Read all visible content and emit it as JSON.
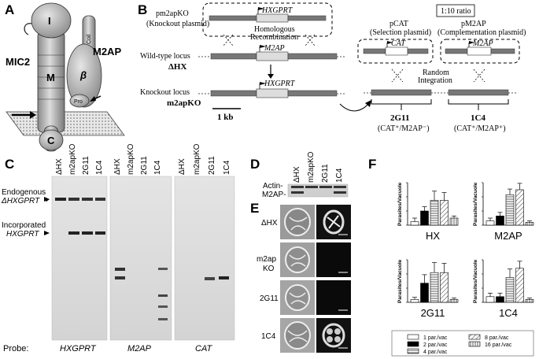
{
  "panel_labels": {
    "a": "A",
    "b": "B",
    "c": "C",
    "d": "D",
    "e": "E",
    "f": "F"
  },
  "panel_a": {
    "domains": {
      "i": "I",
      "m": "M",
      "beta": "β",
      "coil": "Coil",
      "pro": "Pro",
      "c": "C"
    },
    "mic2": "MIC2",
    "m2ap": "M2AP"
  },
  "panel_b": {
    "knockout_plasmid_1": "pm2apKO",
    "knockout_plasmid_2": "(Knockout plasmid)",
    "gene_hxgprt": "HXGPRT",
    "recomb_1": "Homologous",
    "recomb_2": "Recombination",
    "wt_locus": "Wild-type locus",
    "wt_strain": "ΔHX",
    "gene_m2ap": "M2AP",
    "ko_locus": "Knockout locus",
    "ko_strain": "m2apKO",
    "scale": "1 kb",
    "ratio": "1:10 ratio",
    "pcat_1": "pCAT",
    "pcat_2": "(Selection plasmid)",
    "gene_cat": "CAT",
    "pm2ap_1": "pM2AP",
    "pm2ap_2": "(Complementation plasmid)",
    "random_1": "Random",
    "random_2": "Integration",
    "clone1": "2G11",
    "clone1_geno": "(CAT⁺/M2AP⁻)",
    "clone2": "1C4",
    "clone2_geno": "(CAT⁺/M2AP⁺)"
  },
  "panel_c": {
    "lanes": [
      "ΔHX",
      "m2apKO",
      "2G11",
      "1C4"
    ],
    "endogenous_1": "Endogenous",
    "endogenous_2": "ΔHXGPRT",
    "incorporated_1": "Incorporated",
    "incorporated_2": "HXGPRT",
    "probe_label": "Probe:",
    "probes": [
      "HXGPRT",
      "M2AP",
      "CAT"
    ]
  },
  "panel_d": {
    "lanes": [
      "ΔHX",
      "m2apKO",
      "2G11",
      "1C4"
    ],
    "actin": "Actin-",
    "m2ap": "M2AP-"
  },
  "panel_e": {
    "rows": [
      "ΔHX",
      "m2ap KO",
      "2G11",
      "1C4"
    ]
  },
  "chart_data": [
    {
      "type": "bar",
      "title": "HX",
      "ylabel": "Parasites/Vacuole",
      "categories": [
        "1 par./vac",
        "2 par./vac",
        "4 par./vac",
        "8 par./vac",
        "16 par./vac"
      ],
      "values": [
        0.5,
        2,
        3.5,
        3.5,
        1
      ],
      "errors": [
        0.5,
        0.6,
        1.3,
        1.1,
        0.3
      ],
      "ylim": [
        0,
        6
      ]
    },
    {
      "type": "bar",
      "title": "M2AP",
      "ylabel": "Parasites/Vacuole",
      "categories": [
        "1 par./vac",
        "2 par./vac",
        "4 par./vac",
        "8 par./vac",
        "16 par./vac"
      ],
      "values": [
        0.6,
        1.3,
        4.3,
        5,
        0.4
      ],
      "errors": [
        0.4,
        0.5,
        0.8,
        0.9,
        0.2
      ],
      "ylim": [
        0,
        6
      ]
    },
    {
      "type": "bar",
      "title": "2G11",
      "ylabel": "Parasites/Vacuole",
      "categories": [
        "1 par./vac",
        "2 par./vac",
        "4 par./vac",
        "8 par./vac",
        "16 par./vac"
      ],
      "values": [
        0.4,
        2.7,
        4.2,
        4.2,
        0.4
      ],
      "errors": [
        0.3,
        1.2,
        1.4,
        1.3,
        0.2
      ],
      "ylim": [
        0,
        6
      ]
    },
    {
      "type": "bar",
      "title": "1C4",
      "ylabel": "Parasites/Vacuole",
      "categories": [
        "1 par./vac",
        "2 par./vac",
        "4 par./vac",
        "8 par./vac",
        "16 par./vac"
      ],
      "values": [
        0.8,
        0.8,
        3.5,
        4.8,
        0.4
      ],
      "errors": [
        0.5,
        0.5,
        1.2,
        1,
        0.2
      ],
      "ylim": [
        0,
        6
      ]
    }
  ],
  "legend": [
    "1 par./vac",
    "2 par./vac",
    "4 par./vac",
    "8 par./vac",
    "16 par./vac"
  ]
}
